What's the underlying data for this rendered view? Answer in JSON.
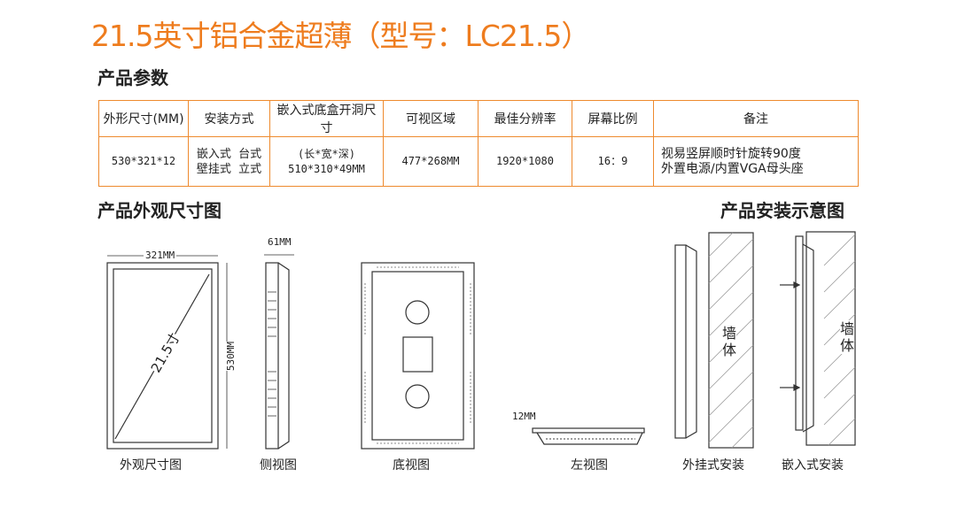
{
  "title": "21.5英寸铝合金超薄（型号：LC21.5）",
  "section_params": "产品参数",
  "section_dimensions": "产品外观尺寸图",
  "section_install": "产品安装示意图",
  "table": {
    "headers": [
      "外形尺寸(MM)",
      "安装方式",
      "嵌入式底盒开洞尺寸",
      "可视区域",
      "最佳分辨率",
      "屏幕比例",
      "备注"
    ],
    "row": {
      "size": "530*321*12",
      "install_line1": "嵌入式  台式",
      "install_line2": "壁挂式  立式",
      "cutout_line1": "(长*宽*深)",
      "cutout_line2": "510*310*49MM",
      "viewable": "477*268MM",
      "resolution": "1920*1080",
      "ratio": "16：9",
      "notes_line1": "视易竖屏顺时针旋转90度",
      "notes_line2": "外置电源/内置VGA母头座"
    }
  },
  "diagrams": {
    "width_dim": "321MM",
    "height_dim": "530MM",
    "diagonal": "21.5寸",
    "depth_dim": "61MM",
    "thin_dim": "12MM",
    "wall_label_1": "墙体",
    "wall_label_2": "墙体"
  },
  "captions": {
    "front": "外观尺寸图",
    "side": "侧视图",
    "bottom": "底视图",
    "left": "左视图",
    "wall_mount": "外挂式安装",
    "embedded": "嵌入式安装"
  },
  "colors": {
    "accent": "#ee7c1e",
    "border": "#ee8a2e"
  }
}
